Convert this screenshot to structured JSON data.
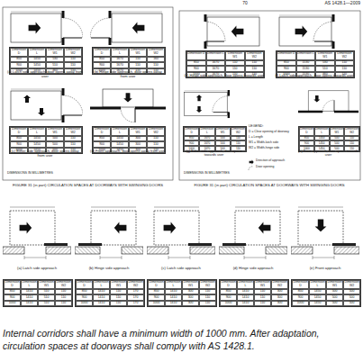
{
  "diagram": {
    "caption": "Internal corridors shall have a minimum width of 1000 mm. After adaptation, circulation spaces at doorways shall comply with AS 1428.1.",
    "labels": [
      "70",
      "AS 1428.1—2009",
      "Dimension D",
      "Dimension L",
      "Dimension W1",
      "Dimension W2",
      "850",
      "1450",
      "530",
      "110",
      "900",
      "1450",
      "510",
      "110",
      "1000",
      "1450",
      "460",
      "110",
      "(a) Latch side approach, door opens away from user",
      "Dimension D",
      "Dimension L",
      "Dimension W1",
      "Dimension W2",
      "850",
      "1670",
      "110",
      "160",
      "900",
      "1670",
      "110",
      "110",
      "1000",
      "1670",
      "110",
      "110",
      "(b) Hinge side approach, door opens away from user",
      "Dimension D",
      "Dimension L",
      "Dimension W1",
      "Dimension W2",
      "850",
      "1450",
      "500",
      "110",
      "900",
      "1450",
      "500",
      "110",
      "1000",
      "1450",
      "500",
      "110",
      "(c) Either side approach, door opens away from user",
      "Dimension D",
      "Dimension L",
      "Dimension W1",
      "Dimension W2",
      "850",
      "1450",
      "300",
      "110",
      "900",
      "1450",
      "300",
      "110",
      "1000",
      "1450",
      "300",
      "110",
      "(d) Front approach, door opens away from user",
      "DIMENSIONS IN MILLIMETRES",
      "FIGURE 31 (in part) CIRCULATION SPACES AT DOORWAYS WITH SWINGING DOORS",
      "Dimension D",
      "Dimension L",
      "Dimension W1",
      "Dimension W2",
      "850",
      "1670",
      "110",
      "110",
      "900",
      "1670",
      "110",
      "110",
      "1000",
      "1670",
      "110",
      "110",
      "(e) Hinge side approach, door opens towards user",
      "Dimension D",
      "Dimension L",
      "Dimension W1",
      "Dimension W2",
      "850",
      "1530",
      "530",
      "110",
      "900",
      "1530",
      "510",
      "110",
      "1000",
      "1530",
      "460",
      "110",
      "(f) Latch side approach, door opens towards user",
      "Dimension D",
      "Dimension L",
      "Dimension W1",
      "Dimension W2",
      "850",
      "1670",
      "500",
      "110",
      "900",
      "1670",
      "500",
      "110",
      "1000",
      "1670",
      "500",
      "110",
      "(g) Either side approach, door opens towards user",
      "Dimension D",
      "Dimension L",
      "Dimension W1",
      "Dimension W2",
      "850",
      "1450",
      "500",
      "110",
      "900",
      "1450",
      "500",
      "110",
      "1000",
      "1450",
      "500",
      "110",
      "(h) Front approach, door opens towards user",
      "LEGEND:",
      "DIMENSIONS IN MILLIMETRES",
      "FIGURE 31 (in part) CIRCULATION SPACES AT DOORWAYS WITH SWINGING DOORS",
      "(a) Latch side approach",
      "Dimension D",
      "Dimension L",
      "Dimension W1",
      "Dimension W2",
      "850",
      "1410",
      "510",
      "110",
      "900",
      "1410",
      "510",
      "110",
      "1000",
      "1410",
      "510",
      "110",
      "(b) Hinge side approach",
      "Dimension D",
      "Dimension L",
      "Dimension W1",
      "Dimension W2",
      "850",
      "1410",
      "110",
      "170",
      "900",
      "1410",
      "110",
      "170",
      "1000",
      "1410",
      "110",
      "170",
      "(c) Latch side approach",
      "Dimension D",
      "Dimension L",
      "Dimension W1",
      "Dimension W2",
      "850",
      "1410",
      "300",
      "110",
      "900",
      "1410",
      "300",
      "110",
      "1000",
      "1410",
      "300",
      "110",
      "(d) Hinge side approach",
      "Dimension D",
      "Dimension L",
      "Dimension W1",
      "Dimension W2",
      "850",
      "1410",
      "110",
      "300",
      "900",
      "1410",
      "110",
      "300",
      "1000",
      "1410",
      "110",
      "300",
      "(e) Front approach",
      "Dimension D",
      "Dimension L",
      "Dimension W1",
      "Dimension W2",
      "850",
      "1450",
      "500",
      "500",
      "900",
      "1450",
      "500",
      "500",
      "1000",
      "1450",
      "500",
      "500"
    ],
    "legend": [
      {
        "text": "D = Clear opening of doorway"
      },
      {
        "text": "L = Length"
      },
      {
        "text": "W1 = Width-latch side"
      },
      {
        "text": "W2 = Width-hinge side"
      },
      {
        "text": "Direction of approach"
      },
      {
        "text": "Door opening"
      }
    ]
  }
}
